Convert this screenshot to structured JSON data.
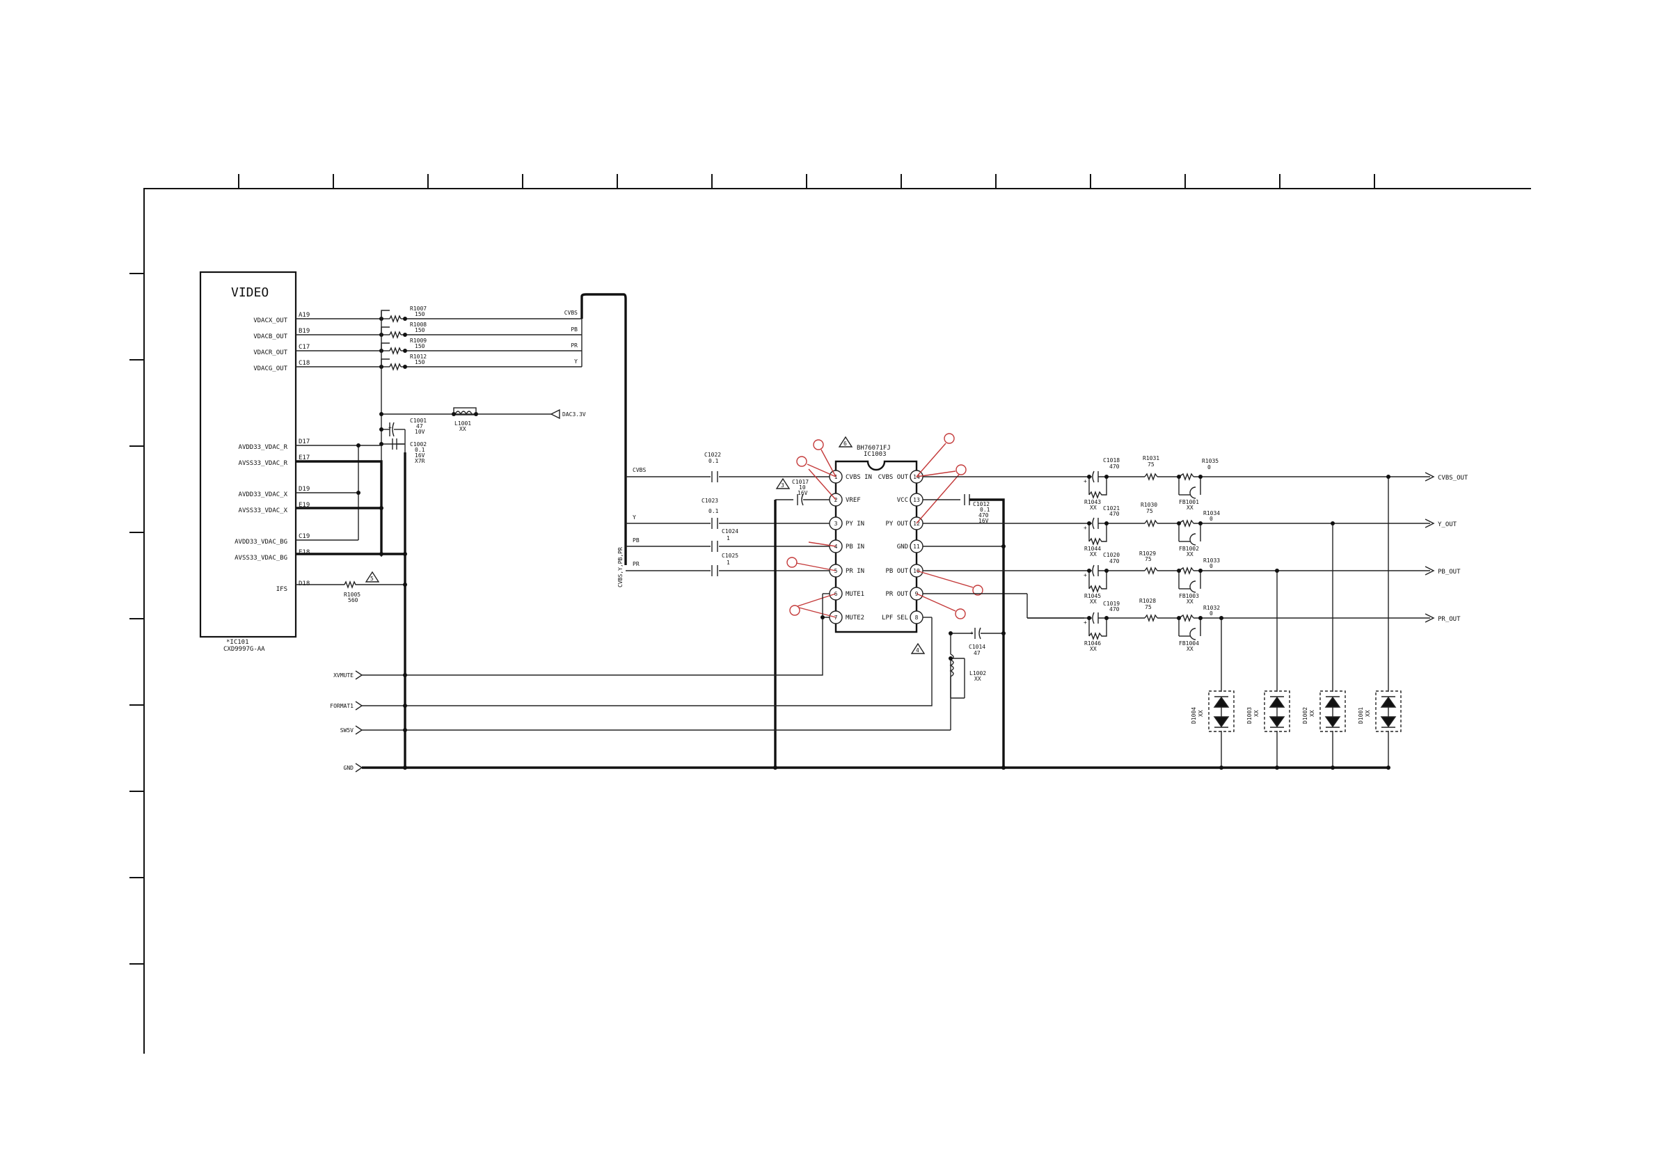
{
  "ic101": {
    "title": "VIDEO",
    "ref": "*IC101",
    "part": "CXD9997G-AA",
    "pins": [
      {
        "name": "VDACX_OUT",
        "num": "A19"
      },
      {
        "name": "VDACB_OUT",
        "num": "B19"
      },
      {
        "name": "VDACR_OUT",
        "num": "C17"
      },
      {
        "name": "VDACG_OUT",
        "num": "C18"
      },
      {
        "name": "AVDD33_VDAC_R",
        "num": "D17"
      },
      {
        "name": "AVSS33_VDAC_R",
        "num": "E17"
      },
      {
        "name": "AVDD33_VDAC_X",
        "num": "D19"
      },
      {
        "name": "AVSS33_VDAC_X",
        "num": "E19"
      },
      {
        "name": "AVDD33_VDAC_BG",
        "num": "C19"
      },
      {
        "name": "AVSS33_VDAC_BG",
        "num": "E18"
      },
      {
        "name": "IFS",
        "num": "D18"
      }
    ]
  },
  "input_resistors": [
    {
      "ref": "R1007",
      "val": "150"
    },
    {
      "ref": "R1008",
      "val": "150"
    },
    {
      "ref": "R1009",
      "val": "150"
    },
    {
      "ref": "R1012",
      "val": "150"
    }
  ],
  "signal_labels": [
    "CVBS",
    "PB",
    "PR",
    "Y"
  ],
  "supply": {
    "c1001": {
      "ref": "C1001",
      "l1": "47",
      "l2": "10V"
    },
    "c1002": {
      "ref": "C1002",
      "l1": "0.1",
      "l2": "16V",
      "l3": "X7R"
    },
    "l1001": {
      "ref": "L1001",
      "val": "XX"
    },
    "net": "DAC3.3V"
  },
  "r1005": {
    "ref": "R1005",
    "val": "560"
  },
  "bus_label": "CVBS,Y,PB,PR",
  "left_caps": [
    {
      "net": "CVBS",
      "ref": "C1022",
      "val": "0.1"
    },
    {
      "net": "Y",
      "ref": "C1023",
      "val": "0.1"
    },
    {
      "net": "PB",
      "ref": "C1024",
      "val": "1"
    },
    {
      "net": "PR",
      "ref": "C1025",
      "val": "1"
    }
  ],
  "ic1003": {
    "part": "BH76071FJ",
    "ref": "IC1003",
    "left_pins": [
      {
        "num": "1",
        "name": "CVBS IN"
      },
      {
        "num": "2",
        "name": "VREF"
      },
      {
        "num": "3",
        "name": "PY IN"
      },
      {
        "num": "4",
        "name": "PB IN"
      },
      {
        "num": "5",
        "name": "PR IN"
      },
      {
        "num": "6",
        "name": "MUTE1"
      },
      {
        "num": "7",
        "name": "MUTE2"
      }
    ],
    "right_pins": [
      {
        "num": "14",
        "name": "CVBS OUT"
      },
      {
        "num": "13",
        "name": "VCC"
      },
      {
        "num": "12",
        "name": "PY OUT"
      },
      {
        "num": "11",
        "name": "GND"
      },
      {
        "num": "10",
        "name": "PB OUT"
      },
      {
        "num": "9",
        "name": "PR OUT"
      },
      {
        "num": "8",
        "name": "LPF SEL"
      }
    ]
  },
  "c1017": {
    "ref": "C1017",
    "l1": "10",
    "l2": "16V"
  },
  "c1012": {
    "ref": "C1012",
    "l1": "0.1",
    "l2": "470",
    "l3": "16V"
  },
  "c1014": {
    "ref": "C1014",
    "val": "47"
  },
  "l1002": {
    "ref": "L1002",
    "val": "XX"
  },
  "warn_marks": [
    "6",
    "3",
    "4",
    "5"
  ],
  "outputs": [
    {
      "name": "CVBS_OUT",
      "cap": "C1018",
      "cap_val": "470",
      "rs": "R1031",
      "rs_val": "75",
      "r0": "R1035",
      "r0_val": "0",
      "rb": "R1043",
      "fb": "FB1001"
    },
    {
      "name": "Y_OUT",
      "cap": "C1021",
      "cap_val": "470",
      "rs": "R1030",
      "rs_val": "75",
      "r0": "R1034",
      "r0_val": "0",
      "rb": "R1044",
      "fb": "FB1002"
    },
    {
      "name": "PB_OUT",
      "cap": "C1020",
      "cap_val": "470",
      "rs": "R1029",
      "rs_val": "75",
      "r0": "R1033",
      "r0_val": "0",
      "rb": "R1045",
      "fb": "FB1003"
    },
    {
      "name": "PR_OUT",
      "cap": "C1019",
      "cap_val": "470",
      "rs": "R1028",
      "rs_val": "75",
      "r0": "R1032",
      "r0_val": "0",
      "rb": "R1046",
      "fb": "FB1004"
    }
  ],
  "xx": "XX",
  "diodes": [
    {
      "ref": "D1004",
      "val": "XX"
    },
    {
      "ref": "D1003",
      "val": "XX"
    },
    {
      "ref": "D1002",
      "val": "XX"
    },
    {
      "ref": "D1001",
      "val": "XX"
    }
  ],
  "control_nets": [
    "XVMUTE",
    "FORMAT1",
    "SW5V",
    "GND"
  ]
}
